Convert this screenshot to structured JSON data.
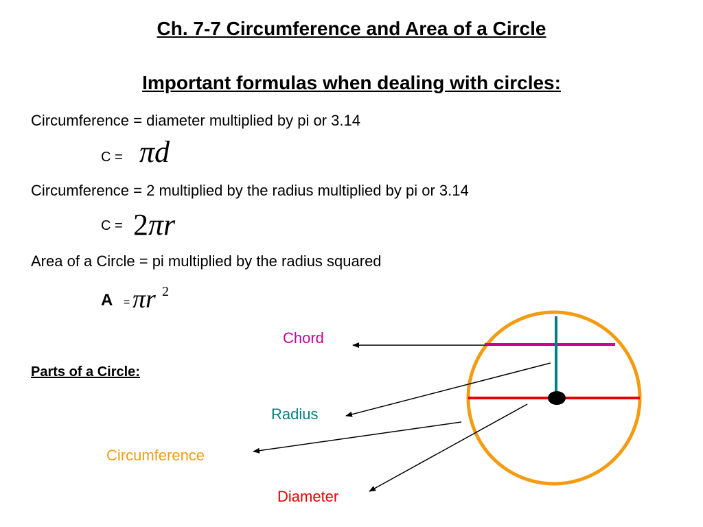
{
  "title": "Ch. 7-7 Circumference and Area of a Circle",
  "subtitle": "Important formulas when dealing with circles:",
  "formulas": [
    {
      "description": "Circumference = diameter multiplied by pi or 3.14",
      "lhs": "C =",
      "rhs_parts": [
        "π",
        "d"
      ]
    },
    {
      "description": "Circumference = 2 multiplied by the radius multiplied by pi or 3.14",
      "lhs": "C =",
      "rhs_parts": [
        "2",
        "π",
        "r"
      ]
    },
    {
      "description": "Area of a Circle = pi multiplied by the radius squared",
      "lhs_letter": "A",
      "lhs_eq": "=",
      "rhs_parts": [
        "π",
        "r"
      ],
      "exponent": "2"
    }
  ],
  "parts_heading": "Parts of a Circle:",
  "diagram": {
    "labels": {
      "chord": "Chord",
      "radius": "Radius",
      "circumference": "Circumference",
      "diameter": "Diameter"
    },
    "colors": {
      "chord": "#cc0099",
      "radius": "#008080",
      "circumference": "#f39c12",
      "diameter": "#e60000",
      "center": "#000000",
      "arrows": "#000000"
    }
  }
}
